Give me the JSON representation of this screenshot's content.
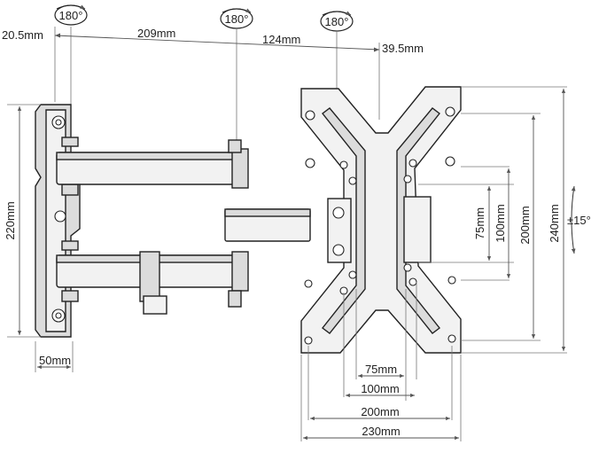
{
  "diagram": {
    "rotation_badges": [
      "180°",
      "180°",
      "180°"
    ],
    "dimensions": {
      "left_offset": "20.5mm",
      "arm_length_1": "209mm",
      "arm_length_2": "124mm",
      "plate_offset": "39.5mm",
      "wall_plate_height": "220mm",
      "wall_plate_width": "50mm",
      "vesa_v_75": "75mm",
      "vesa_v_100": "100mm",
      "vesa_v_200": "200mm",
      "plate_height": "240mm",
      "vesa_h_75": "75mm",
      "vesa_h_100": "100mm",
      "vesa_h_200": "200mm",
      "plate_width": "230mm"
    },
    "tilt": "±15°"
  }
}
